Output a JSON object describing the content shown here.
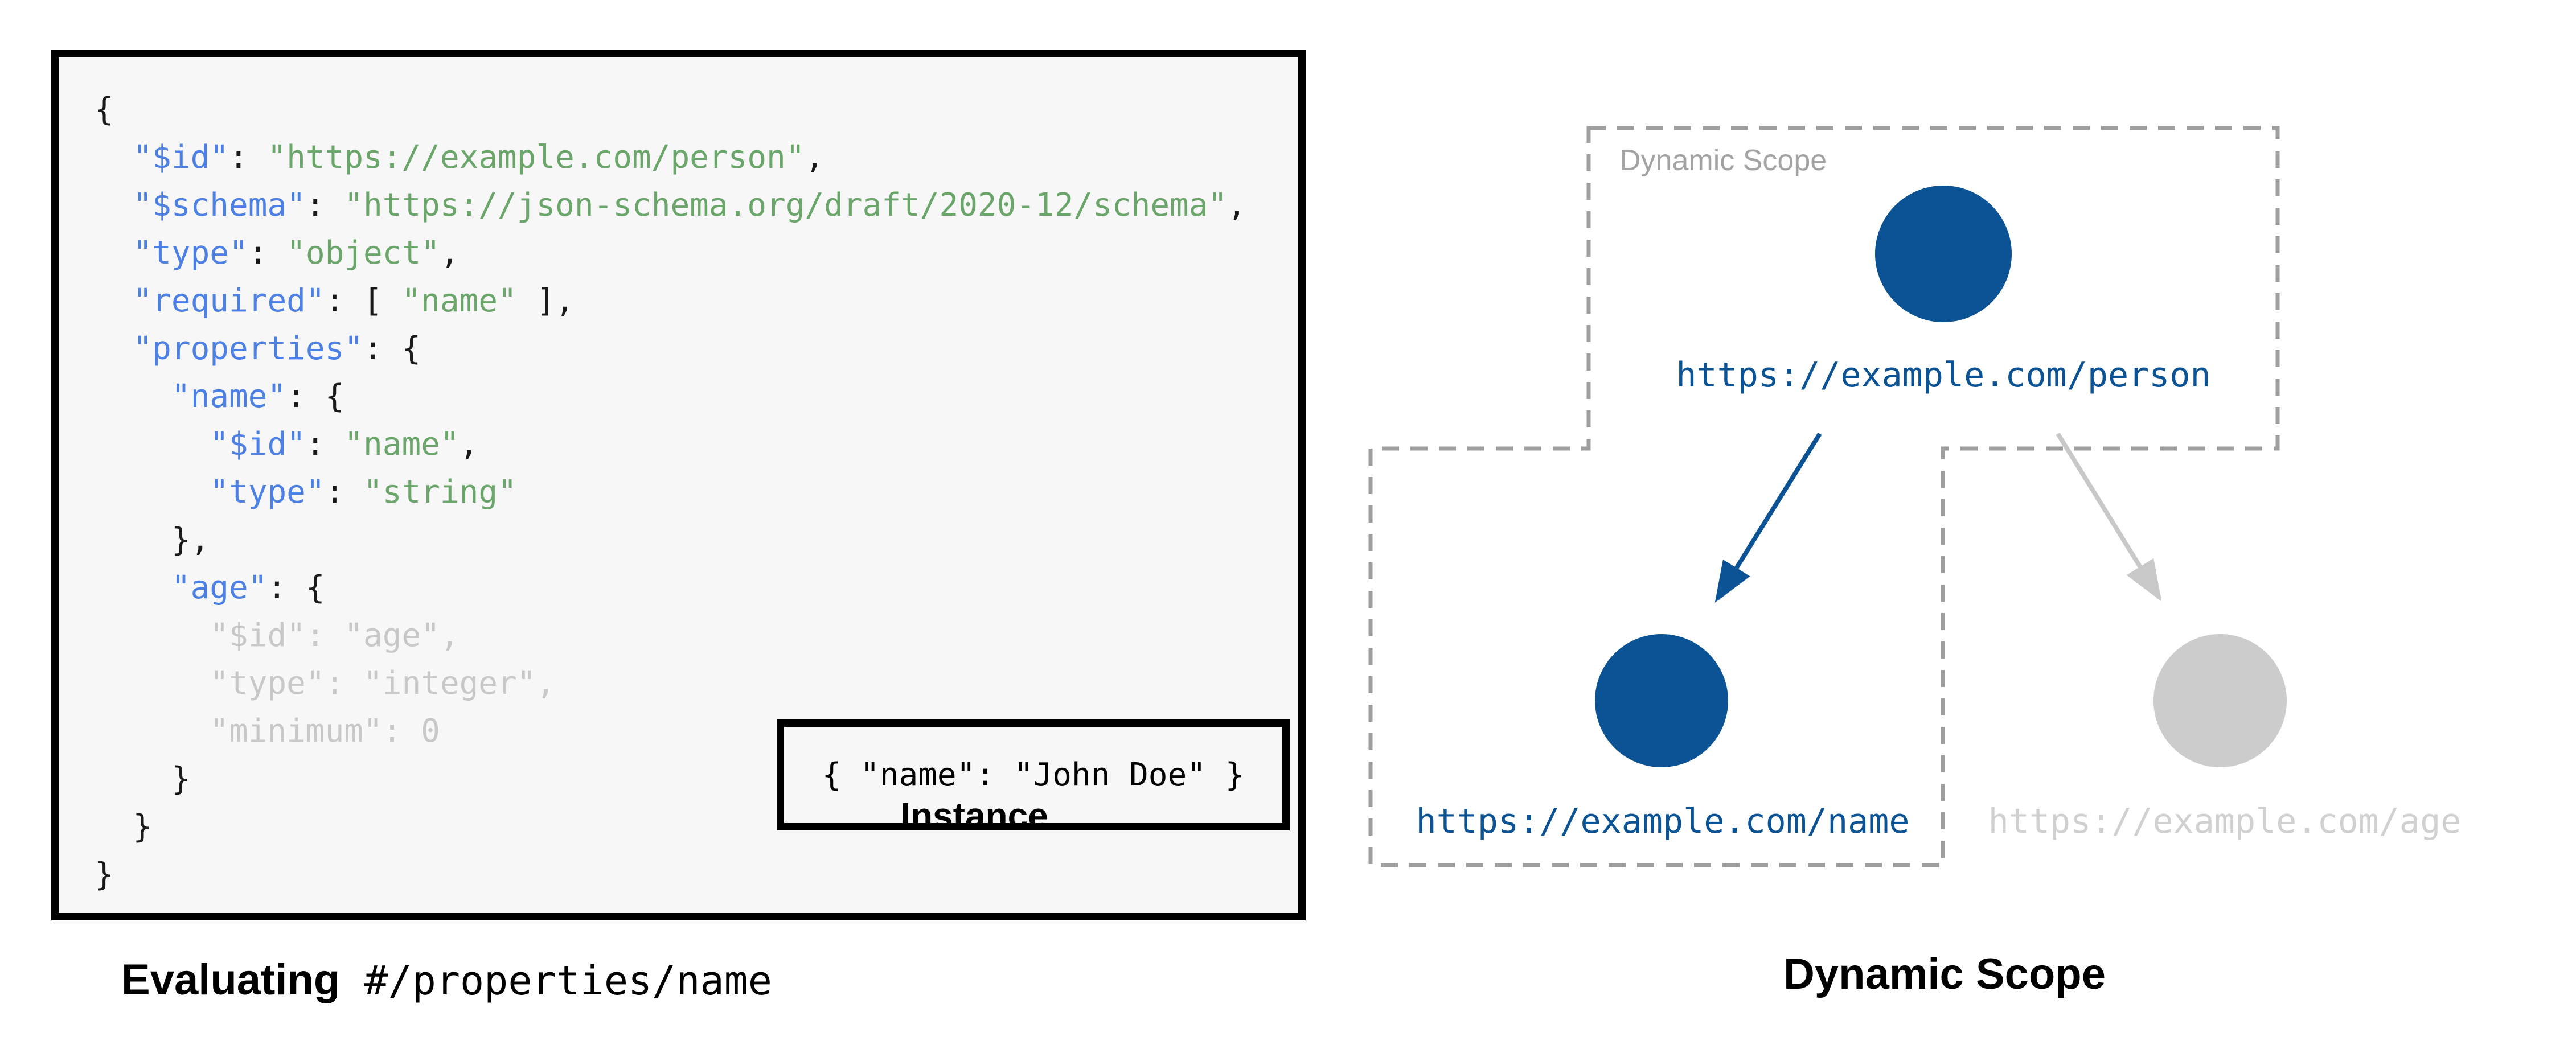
{
  "colors": {
    "node_blue": "#0b5394",
    "node_gray": "#cccccc",
    "arrow_blue": "#0b5394",
    "arrow_gray": "#c8c8c8",
    "dash_gray": "#9e9e9e",
    "scope_label_gray": "#a3a3a3",
    "label_gray": "#d0d0d0",
    "code_key": "#4d80e4",
    "code_string": "#6aa56a",
    "code_muted": "#c8c8c8",
    "code_bg": "#f7f7f7"
  },
  "code": {
    "lines": [
      [
        [
          "plain",
          "{"
        ]
      ],
      [
        [
          "plain",
          "  "
        ],
        [
          "key",
          "\"$id\""
        ],
        [
          "plain",
          ": "
        ],
        [
          "str",
          "\"https://example.com/person\""
        ],
        [
          "plain",
          ","
        ]
      ],
      [
        [
          "plain",
          "  "
        ],
        [
          "key",
          "\"$schema\""
        ],
        [
          "plain",
          ": "
        ],
        [
          "str",
          "\"https://json-schema.org/draft/2020-12/schema\""
        ],
        [
          "plain",
          ","
        ]
      ],
      [
        [
          "plain",
          "  "
        ],
        [
          "key",
          "\"type\""
        ],
        [
          "plain",
          ": "
        ],
        [
          "str",
          "\"object\""
        ],
        [
          "plain",
          ","
        ]
      ],
      [
        [
          "plain",
          "  "
        ],
        [
          "key",
          "\"required\""
        ],
        [
          "plain",
          ": [ "
        ],
        [
          "str",
          "\"name\""
        ],
        [
          "plain",
          " ],"
        ]
      ],
      [
        [
          "plain",
          "  "
        ],
        [
          "key",
          "\"properties\""
        ],
        [
          "plain",
          ": {"
        ]
      ],
      [
        [
          "plain",
          "    "
        ],
        [
          "key",
          "\"name\""
        ],
        [
          "plain",
          ": {"
        ]
      ],
      [
        [
          "plain",
          "      "
        ],
        [
          "key",
          "\"$id\""
        ],
        [
          "plain",
          ": "
        ],
        [
          "str",
          "\"name\""
        ],
        [
          "plain",
          ","
        ]
      ],
      [
        [
          "plain",
          "      "
        ],
        [
          "key",
          "\"type\""
        ],
        [
          "plain",
          ": "
        ],
        [
          "str",
          "\"string\""
        ]
      ],
      [
        [
          "plain",
          "    },"
        ]
      ],
      [
        [
          "plain",
          "    "
        ],
        [
          "key",
          "\"age\""
        ],
        [
          "plain",
          ": {"
        ]
      ],
      [
        [
          "muted",
          "      \"$id\": \"age\","
        ]
      ],
      [
        [
          "muted",
          "      \"type\": \"integer\","
        ]
      ],
      [
        [
          "muted",
          "      \"minimum\": 0"
        ]
      ],
      [
        [
          "plain",
          "    }"
        ]
      ],
      [
        [
          "plain",
          "  }"
        ]
      ],
      [
        [
          "plain",
          "}"
        ]
      ]
    ]
  },
  "instance": {
    "lines": [
      [
        [
          "plain",
          "{ "
        ],
        [
          "key",
          "\"name\""
        ],
        [
          "plain",
          ": "
        ],
        [
          "str",
          "\"John Doe\""
        ],
        [
          "plain",
          " }"
        ]
      ]
    ],
    "label": "Instance"
  },
  "caption": {
    "bold": "Evaluating",
    "path": " #/properties/name"
  },
  "diagram": {
    "scope_label": "Dynamic Scope",
    "title": "Dynamic Scope",
    "nodes": {
      "person": {
        "label": "https://example.com/person"
      },
      "name": {
        "label": "https://example.com/name"
      },
      "age": {
        "label": "https://example.com/age"
      }
    }
  }
}
